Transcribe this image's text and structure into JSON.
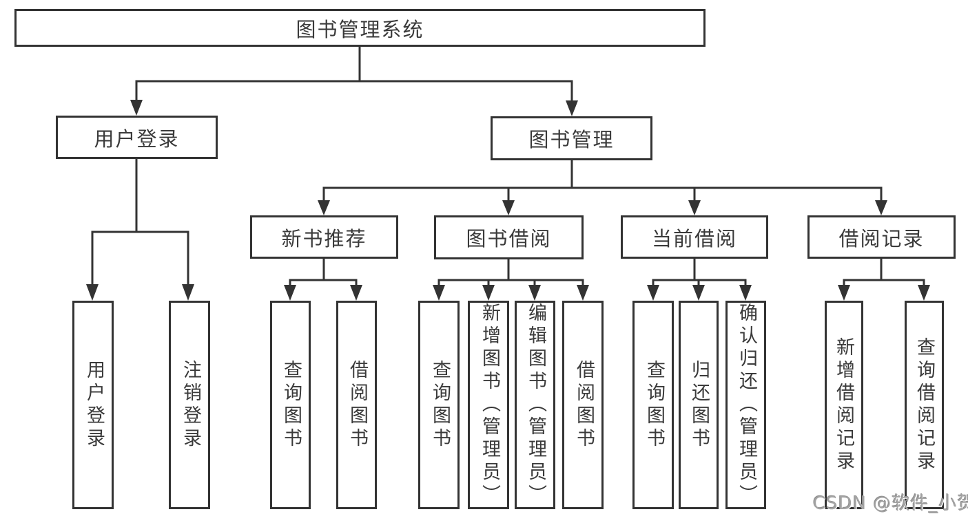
{
  "diagram_title": "图书管理系统",
  "nodes": {
    "root": "图书管理系统",
    "user_login": "用户登录",
    "book_mgmt": "图书管理",
    "new_book_rec": "新书推荐",
    "book_borrow": "图书借阅",
    "current_borrow": "当前借阅",
    "borrow_record": "借阅记录",
    "ul_user_login": "用户登录",
    "ul_logout": "注销登录",
    "nbr_query_book": "查询图书",
    "nbr_borrow_book": "借阅图书",
    "bb_query_book": "查询图书",
    "bb_add_book": "新增图书（管理员）",
    "bb_edit_book": "编辑图书（管理员）",
    "bb_borrow_book": "借阅图书",
    "cb_query_book": "查询图书",
    "cb_return_book": "归还图书",
    "cb_confirm_return": "确认归还（管理员）",
    "br_add_record": "新增借阅记录",
    "br_query_record": "查询借阅记录"
  },
  "edges": [
    [
      "root",
      "user_login"
    ],
    [
      "root",
      "book_mgmt"
    ],
    [
      "user_login",
      "ul_user_login"
    ],
    [
      "user_login",
      "ul_logout"
    ],
    [
      "book_mgmt",
      "new_book_rec"
    ],
    [
      "book_mgmt",
      "book_borrow"
    ],
    [
      "book_mgmt",
      "current_borrow"
    ],
    [
      "book_mgmt",
      "borrow_record"
    ],
    [
      "new_book_rec",
      "nbr_query_book"
    ],
    [
      "new_book_rec",
      "nbr_borrow_book"
    ],
    [
      "book_borrow",
      "bb_query_book"
    ],
    [
      "book_borrow",
      "bb_add_book"
    ],
    [
      "book_borrow",
      "bb_edit_book"
    ],
    [
      "book_borrow",
      "bb_borrow_book"
    ],
    [
      "current_borrow",
      "cb_query_book"
    ],
    [
      "current_borrow",
      "cb_return_book"
    ],
    [
      "current_borrow",
      "cb_confirm_return"
    ],
    [
      "borrow_record",
      "br_add_record"
    ],
    [
      "borrow_record",
      "br_query_record"
    ]
  ],
  "watermark": "CSDN @软件_小贺同学",
  "colors": {
    "line": "#333333",
    "box_border": "#333333",
    "text": "#3a3a3a",
    "watermark": "#a3a3a3",
    "background": "#ffffff"
  }
}
